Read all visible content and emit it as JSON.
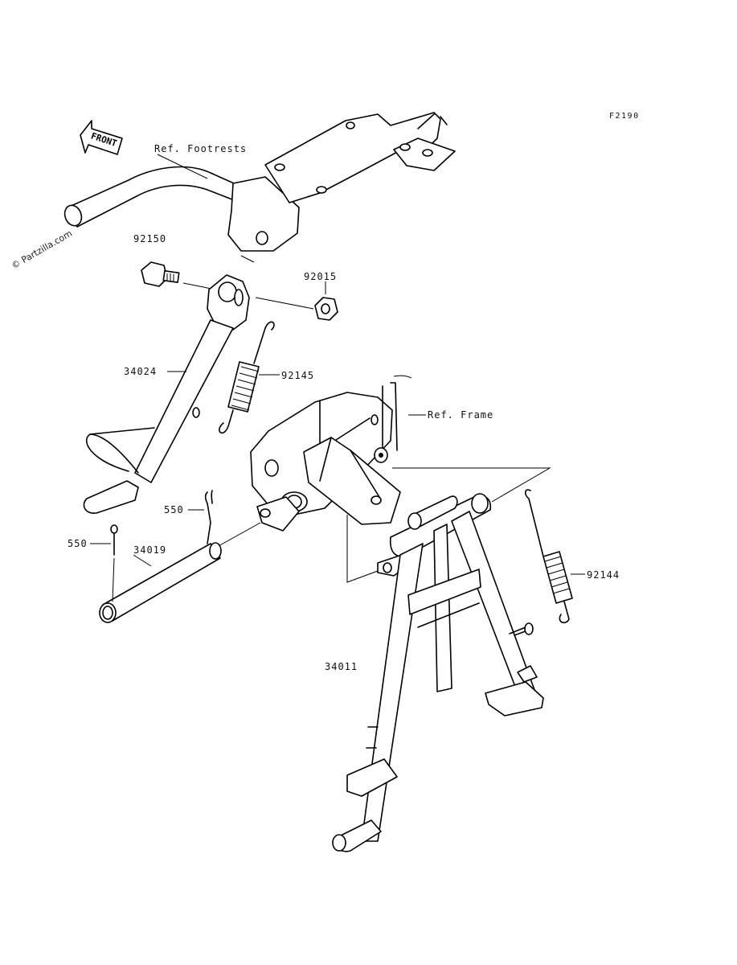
{
  "figure_code": "F2190",
  "watermark": "© Partzilla.com",
  "front_arrow": "FRONT",
  "labels": {
    "ref_footrests": "Ref. Footrests",
    "ref_frame": "Ref. Frame",
    "p92150": "92150",
    "p92015": "92015",
    "p34024": "34024",
    "p92145": "92145",
    "p550_upper": "550",
    "p550_lower": "550",
    "p34019": "34019",
    "p92144": "92144",
    "p34011": "34011"
  },
  "colors": {
    "line": "#000000",
    "background": "#ffffff"
  }
}
